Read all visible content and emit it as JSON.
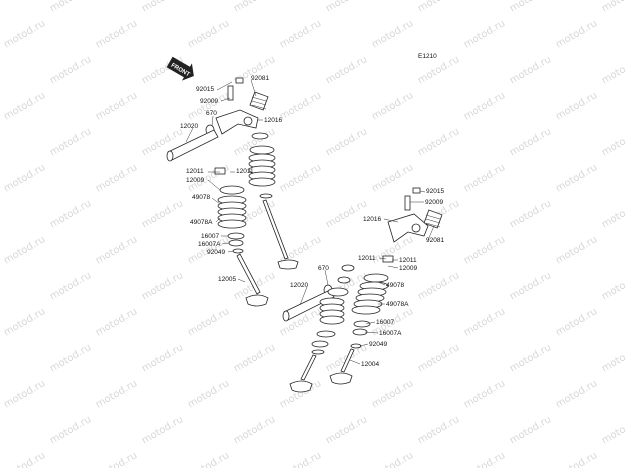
{
  "watermark": {
    "text": "motod.ru"
  },
  "diagram": {
    "code": "E1210",
    "fwd_label": "FRONT",
    "labels": {
      "l92015a": "92015",
      "l92081a": "92081",
      "l92009a": "92009",
      "l670a": "670",
      "l12016a": "12016",
      "l12020a": "12020",
      "l12011a": "12011",
      "l12011b": "12011",
      "l12009a": "12009",
      "l49078a": "49078",
      "l49078Aa": "49078A",
      "l16007a": "16007",
      "l16007Aa": "16007A",
      "l92049a": "92049",
      "l12005": "12005",
      "l92015b": "92015",
      "l92009b": "92009",
      "l12016b": "12016",
      "l92081b": "92081",
      "l12011c": "12011",
      "l12011d": "12011",
      "l12009b": "12009",
      "l670b": "670",
      "l12020b": "12020",
      "l49078b": "49078",
      "l49078Ab": "49078A",
      "l16007b": "16007",
      "l16007Ab": "16007A",
      "l92049b": "92049",
      "l12004": "12004"
    }
  }
}
